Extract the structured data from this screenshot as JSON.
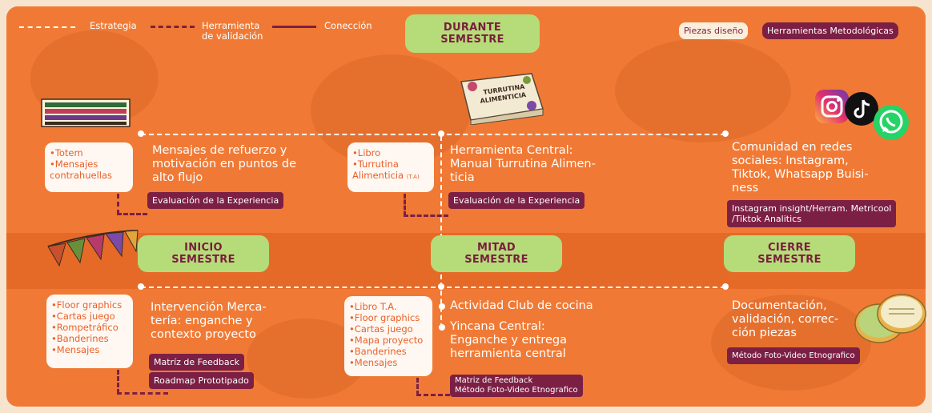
{
  "colors": {
    "background": "#f07a35",
    "accent_green": "#b6dc7a",
    "maroon": "#7c1f44",
    "box_text": "#e8602a",
    "white": "#ffffff"
  },
  "legend": {
    "estrategia": "Estrategia",
    "herramienta": "Herramienta\nde validación",
    "conexion": "Conección"
  },
  "top_right": {
    "piezas": "Piezas diseño",
    "herramientas": "Herramientas Metodológicas"
  },
  "phases": {
    "durante": "DURANTE\nSEMESTRE",
    "inicio": "INICIO\nSEMESTRE",
    "mitad": "MITAD\nSEMESTRE",
    "cierre": "CIERRE\nSEMESTRE"
  },
  "top_row": {
    "left": {
      "items": [
        "•Totem",
        "•Mensajes\n  contrahuellas"
      ],
      "desc": "Mensajes de refuerzo y\nmotivación en puntos de\nalto flujo",
      "tag": "Evaluación de la Experiencia"
    },
    "middle": {
      "items": [
        "•Libro",
        "•Turrutina\n  Alimenticia"
      ],
      "ta_suffix": "(T.A)",
      "desc": "Herramienta Central:\nManual Turrutina Alimen-\nticia",
      "tag": "Evaluación de la Experiencia",
      "book_title": "TURRUTINA\nALIMENTICIA"
    },
    "right": {
      "desc": "Comunidad en redes\nsociales: Instagram,\nTiktok, Whatsapp Buisi-\nness",
      "tag": "Instagram insight/Herram. Metricool\n/Tiktok Analitics"
    }
  },
  "bottom_row": {
    "left": {
      "items": [
        "•Floor graphics",
        "•Cartas juego",
        "•Rompetráfico",
        "•Banderines",
        "•Mensajes"
      ],
      "desc": "Intervención Merca-\ntería: enganche y\ncontexto proyecto",
      "tags": [
        "Matríz de Feedback",
        "Roadmap Prototipado"
      ]
    },
    "middle": {
      "items": [
        "•Libro T.A.",
        "•Floor graphics",
        "•Cartas juego",
        "•Mapa proyecto",
        "•Banderines",
        "•Mensajes"
      ],
      "desc1": "Actividad Club de cocina",
      "desc2": "Yincana Central:\nEnganche y entrega\nherramienta central",
      "tag": "Matriz de Feedback\nMétodo Foto-Video Etnografico"
    },
    "right": {
      "desc": "Documentación,\nvalidación, correc-\nción piezas",
      "tag": "Método Foto-Video Etnografico"
    }
  },
  "icons": [
    "instagram-icon",
    "tiktok-icon",
    "whatsapp-icon",
    "bunting-flags-icon",
    "book-icon",
    "totem-signs-icon",
    "round-coasters-icon"
  ]
}
